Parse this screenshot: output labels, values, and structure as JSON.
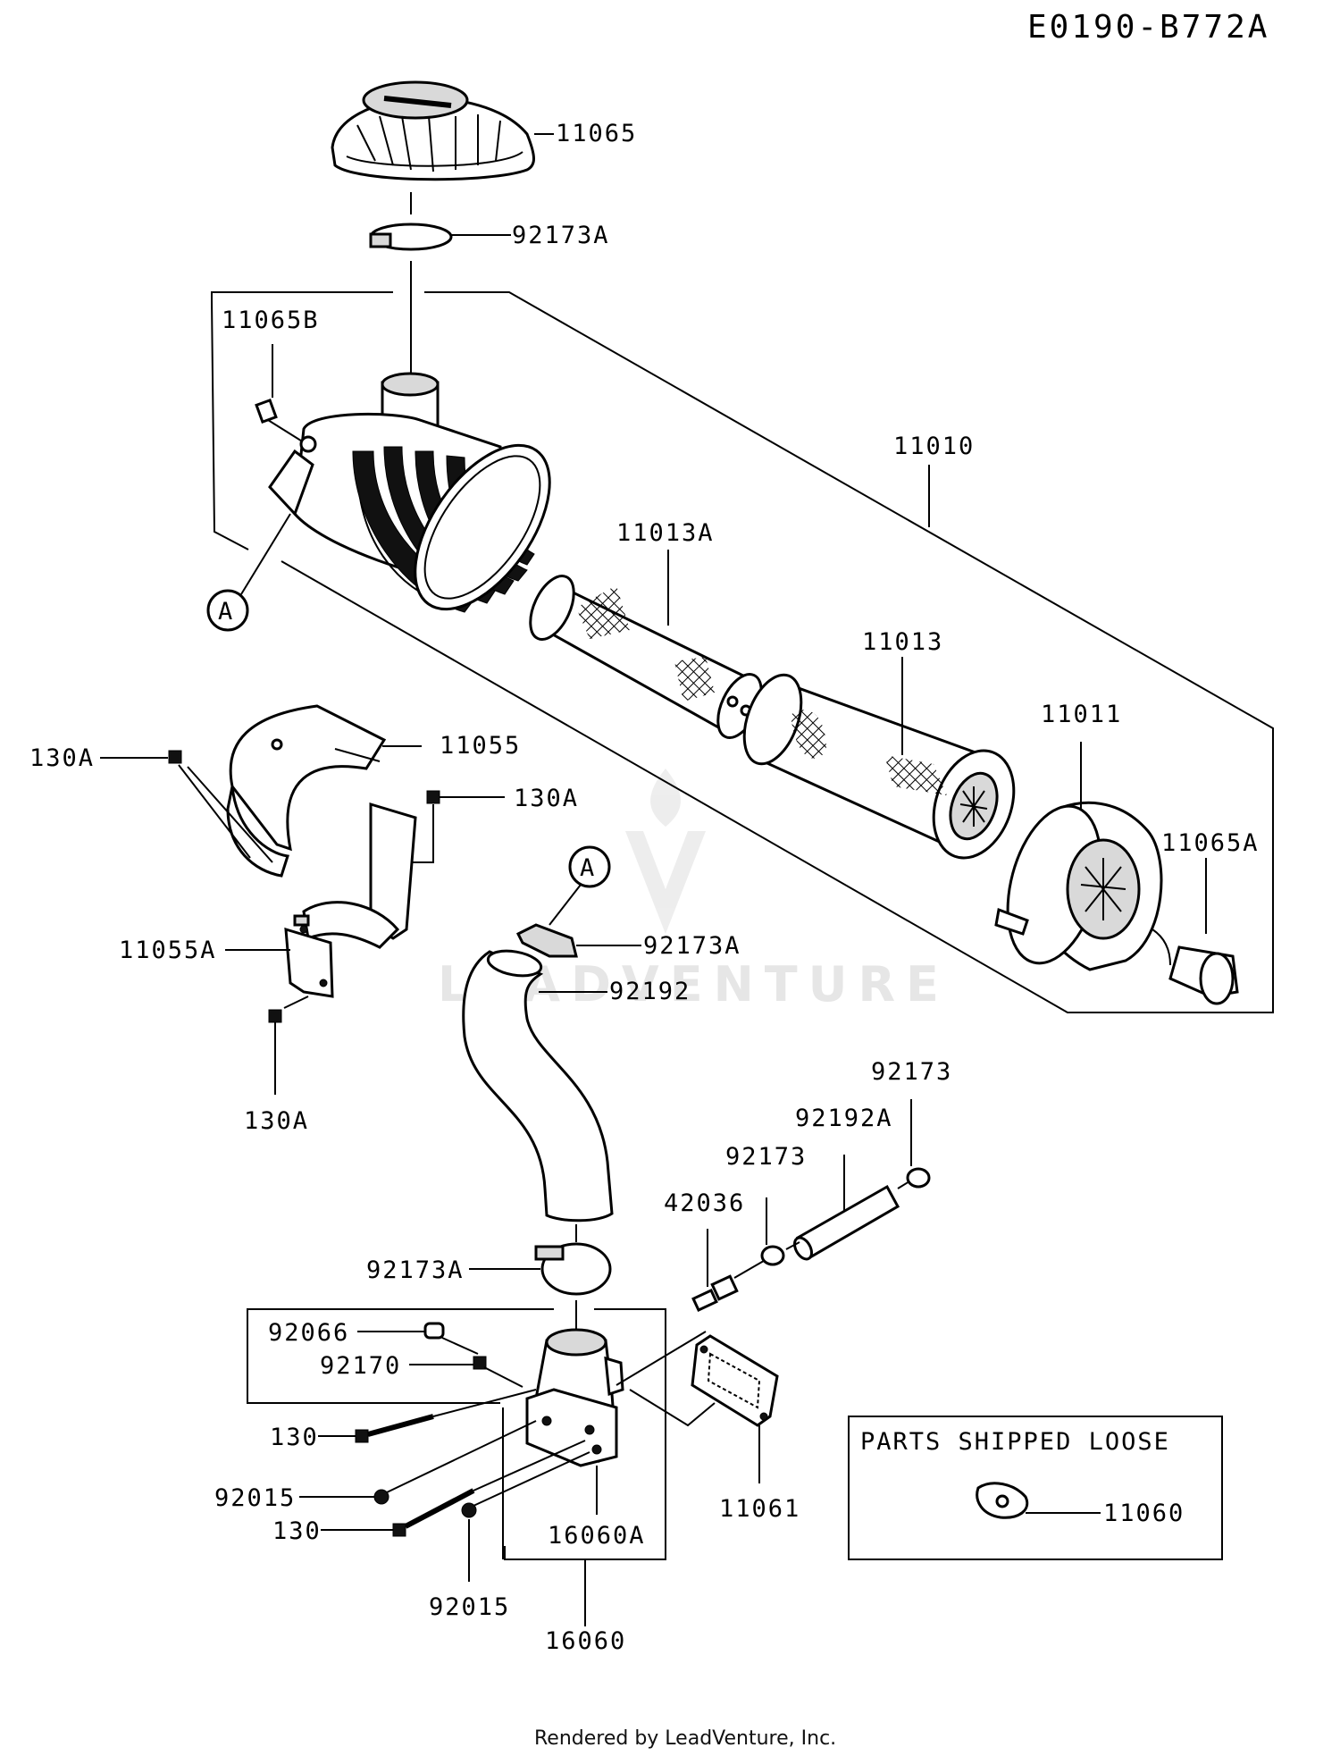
{
  "diagram_code": "E0190-B772A",
  "footer": "Rendered by LeadVenture, Inc.",
  "watermark": "LEADVENTURE",
  "callouts": {
    "a_top": "A",
    "a_mid": "A"
  },
  "box_title": "PARTS SHIPPED LOOSE",
  "labels": {
    "p11065": "11065",
    "p92173A_top": "92173A",
    "p11065B": "11065B",
    "p11010": "11010",
    "p11013A": "11013A",
    "p11013": "11013",
    "p11011": "11011",
    "p11065A": "11065A",
    "p11055": "11055",
    "p130A_left": "130A",
    "p130A_right": "130A",
    "p11055A": "11055A",
    "p130A_bottom": "130A",
    "p92173A_mid": "92173A",
    "p92192": "92192",
    "p92173_right": "92173",
    "p92192A": "92192A",
    "p92173_mid": "92173",
    "p42036": "42036",
    "p92173A_low": "92173A",
    "p92066": "92066",
    "p92170": "92170",
    "p130_top": "130",
    "p92015_left": "92015",
    "p130_bottom": "130",
    "p16060A": "16060A",
    "p11061": "11061",
    "p92015_bottom": "92015",
    "p16060": "16060",
    "p11060": "11060"
  }
}
